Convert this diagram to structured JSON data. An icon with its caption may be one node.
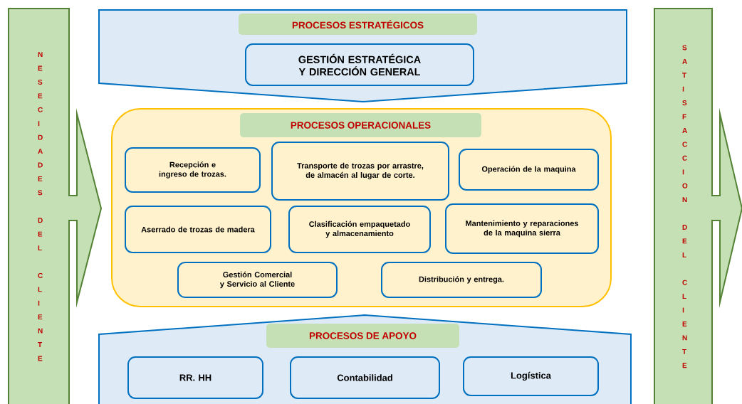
{
  "diagram": {
    "nodes": [
      {
        "text": [
          "NESECIDADES DEL CLIENTE"
        ]
      },
      {
        "text": [
          "SATISFACCION DEL CLIENTE"
        ]
      },
      {
        "text": [
          "PROCESOS ESTRATÉGICOS"
        ]
      },
      {
        "text": [
          "GESTIÓN ESTRATÉGICA Y DIRECCIÓN GENERAL"
        ],
        "in": 2
      },
      {
        "text": [
          "PROCESOS OPERACIONALES"
        ]
      },
      {
        "text": [
          "Recepción e ingreso de trozas."
        ],
        "in": 4
      },
      {
        "text": [
          "Transporte de trozas por arrastre, de almacén al lugar de corte."
        ],
        "in": 4
      },
      {
        "text": [
          "Operación de la maquina"
        ],
        "in": 4
      },
      {
        "text": [
          "Aserrado de trozas de madera"
        ],
        "in": 4
      },
      {
        "text": [
          "Clasificación empaquetado y almacenamiento"
        ],
        "in": 4
      },
      {
        "text": [
          "Mantenimiento y reparaciones de la maquina sierra"
        ],
        "in": 4
      },
      {
        "text": [
          "Gestión Comercial y Servicio al Cliente"
        ],
        "in": 4
      },
      {
        "text": [
          "Distribución y entrega."
        ],
        "in": 4
      },
      {
        "text": [
          "PROCESOS DE APOYO"
        ]
      },
      {
        "text": [
          "RR. HH"
        ],
        "in": 13
      },
      {
        "text": [
          "Contabilidad"
        ],
        "in": 13
      },
      {
        "text": [
          "Logística"
        ],
        "in": 13
      }
    ]
  }
}
